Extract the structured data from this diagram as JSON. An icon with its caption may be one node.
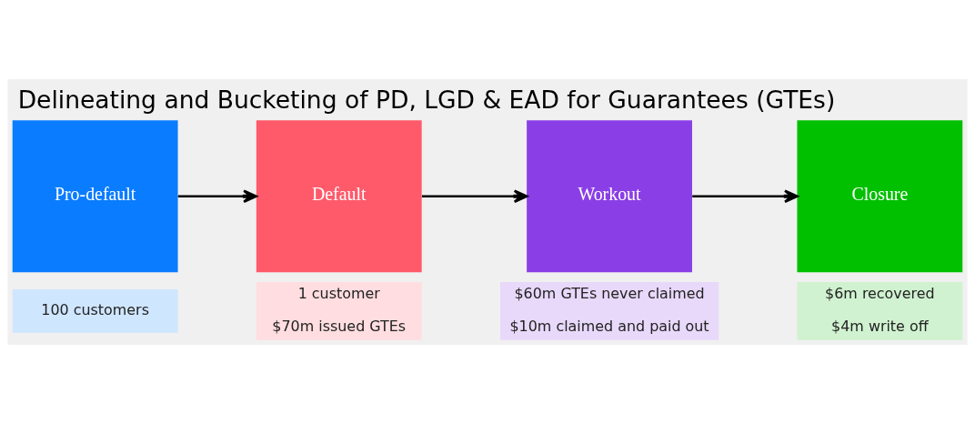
{
  "diagram": {
    "title": "Delineating and Bucketing of PD, LGD & EAD for Guarantees (GTEs)",
    "nodes": [
      {
        "text": [
          "Pro-default"
        ]
      },
      {
        "text": [
          "100 customers"
        ]
      },
      {
        "text": [
          "Default"
        ]
      },
      {
        "text": [
          "1 customer",
          "$70m issued GTEs"
        ]
      },
      {
        "text": [
          "Workout"
        ]
      },
      {
        "text": [
          "$60m GTEs never claimed",
          "$10m claimed and paid out"
        ]
      },
      {
        "text": [
          "Closure"
        ]
      },
      {
        "text": [
          "$6m recovered",
          "$4m write off"
        ]
      }
    ],
    "edges": [
      {
        "from": 0,
        "to": 2,
        "arrow": "to"
      },
      {
        "from": 2,
        "to": 4,
        "arrow": "to"
      },
      {
        "from": 4,
        "to": 6,
        "arrow": "to"
      }
    ]
  }
}
